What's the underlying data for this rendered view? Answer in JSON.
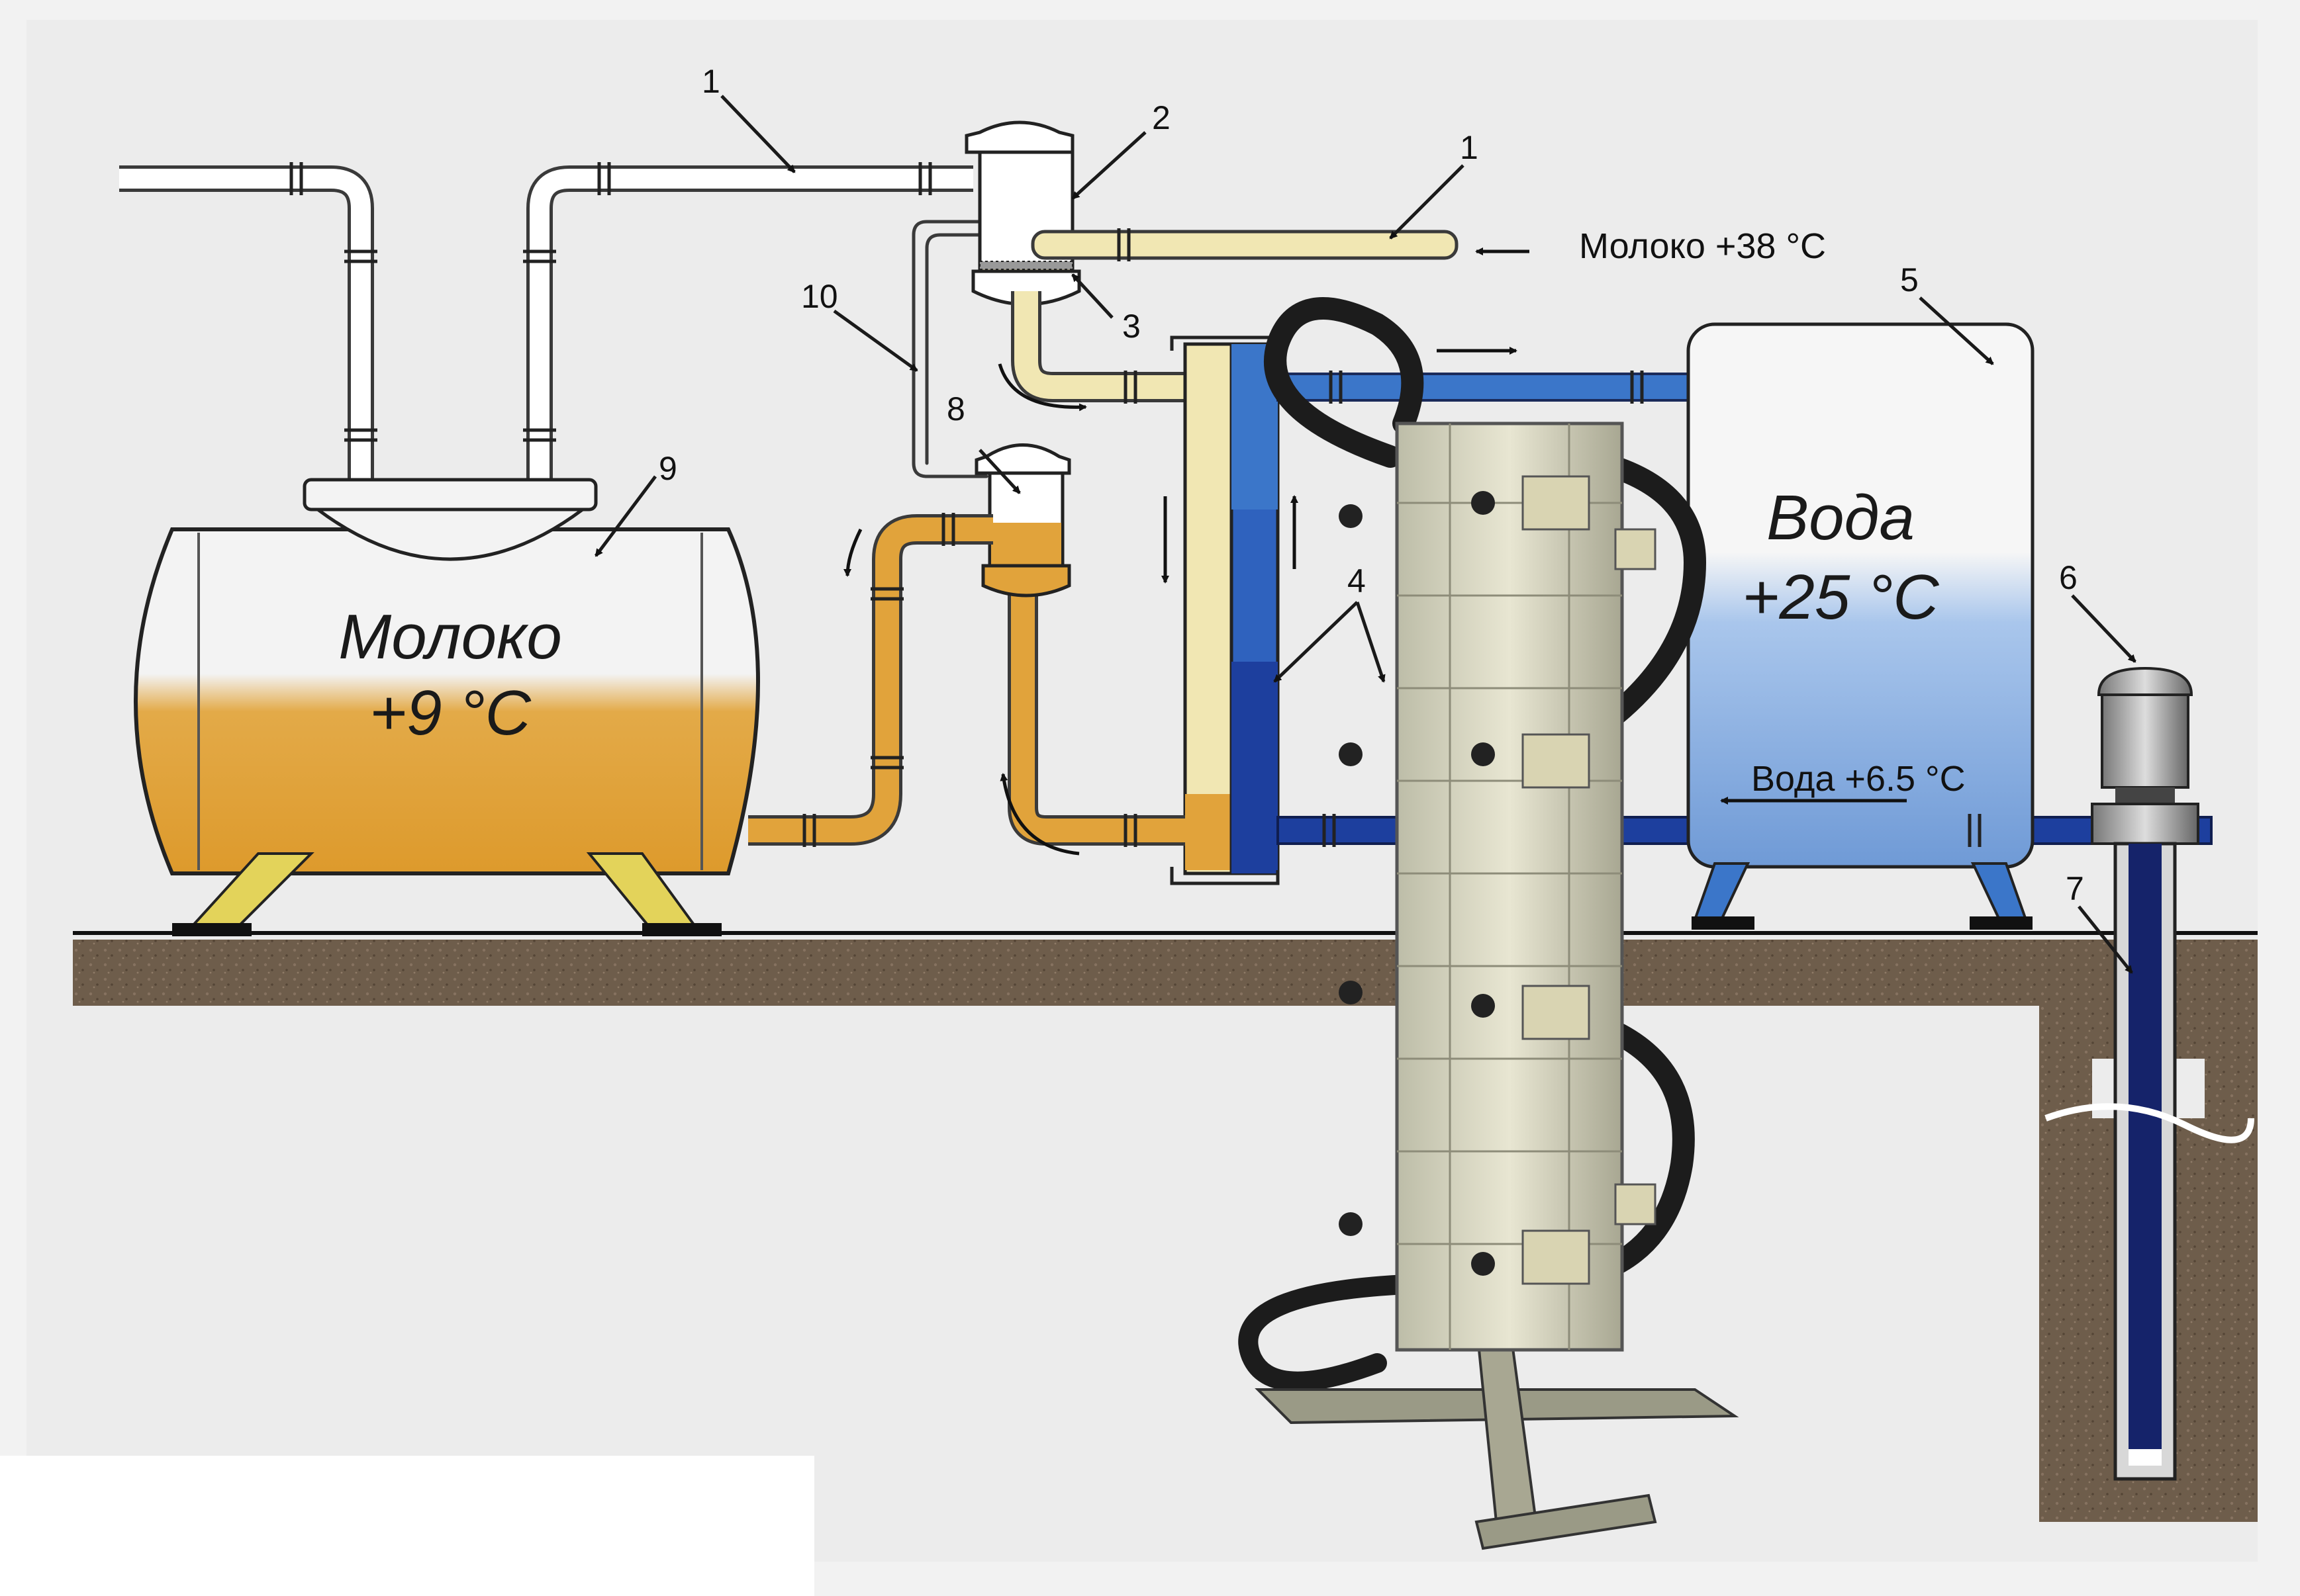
{
  "labels": {
    "pipe_left": "1",
    "pipe_right": "1",
    "receiver": "2",
    "filter": "3",
    "heat_exchanger": "4",
    "water_tank": "5",
    "pump": "6",
    "well": "7",
    "buffer_vessel": "8",
    "milk_tank": "9",
    "vacuum_line": "10"
  },
  "texts": {
    "milk_in": "Молоко +38 °C",
    "tank_milk_name": "Молоко",
    "tank_milk_temp": "+9 °C",
    "tank_water_name": "Вода",
    "tank_water_temp": "+25 °C",
    "water_in": "Вода +6.5 °C"
  },
  "colors": {
    "milk_warm": "#f1e7b3",
    "milk_cool": "#e1a33b",
    "water_cold": "#1d3f9e",
    "water_warm": "#3b76c9",
    "tank_water": "#8fb4e2",
    "ground": "#6b5a49",
    "background": "#eeeeee"
  }
}
